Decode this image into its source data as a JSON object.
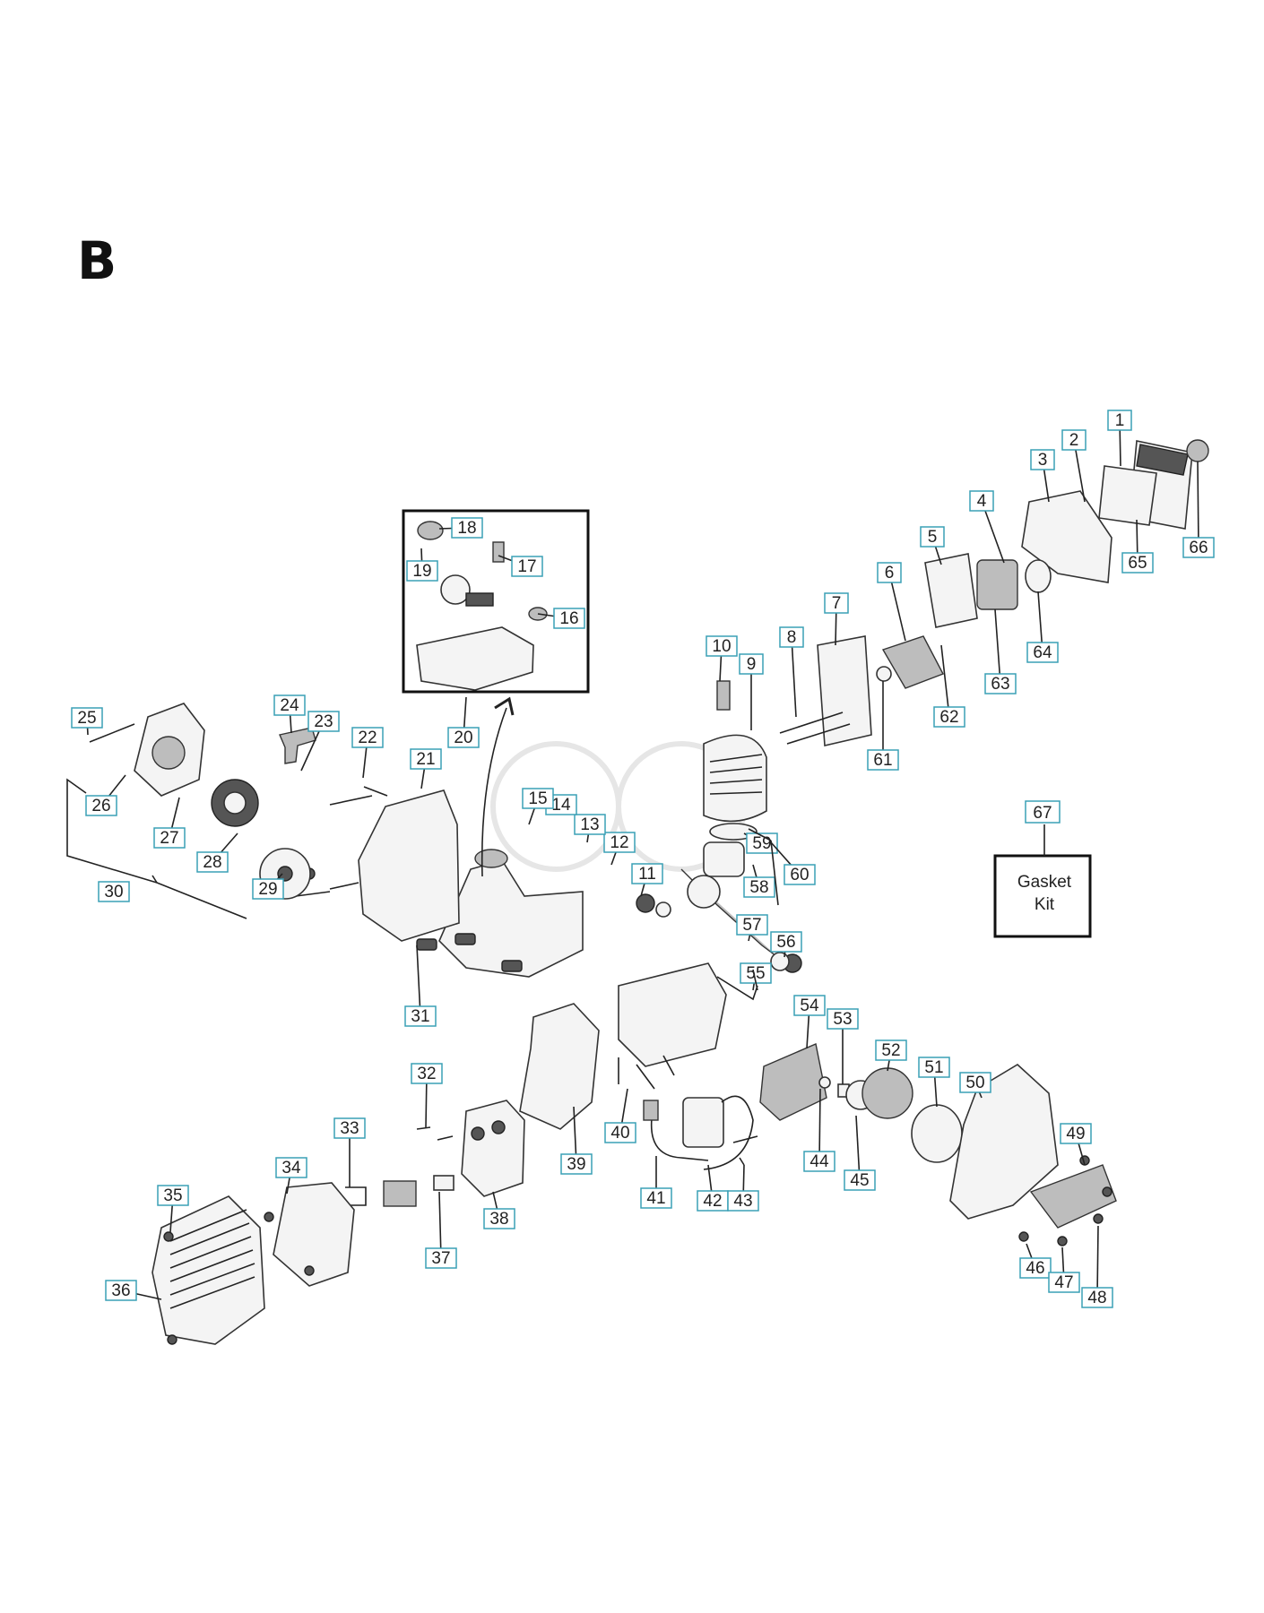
{
  "section_label": "B",
  "gasket_kit": {
    "number": "67",
    "label_line1": "Gasket",
    "label_line2": "Kit"
  },
  "callouts": [
    "1",
    "2",
    "3",
    "4",
    "5",
    "6",
    "7",
    "8",
    "9",
    "10",
    "11",
    "12",
    "13",
    "14",
    "15",
    "16",
    "17",
    "18",
    "19",
    "20",
    "21",
    "22",
    "23",
    "24",
    "25",
    "26",
    "27",
    "28",
    "29",
    "30",
    "31",
    "32",
    "33",
    "34",
    "35",
    "36",
    "37",
    "38",
    "39",
    "40",
    "41",
    "42",
    "43",
    "44",
    "45",
    "46",
    "47",
    "48",
    "49",
    "50",
    "51",
    "52",
    "53",
    "54",
    "55",
    "56",
    "57",
    "58",
    "59",
    "60",
    "61",
    "62",
    "63",
    "64",
    "65",
    "66"
  ]
}
